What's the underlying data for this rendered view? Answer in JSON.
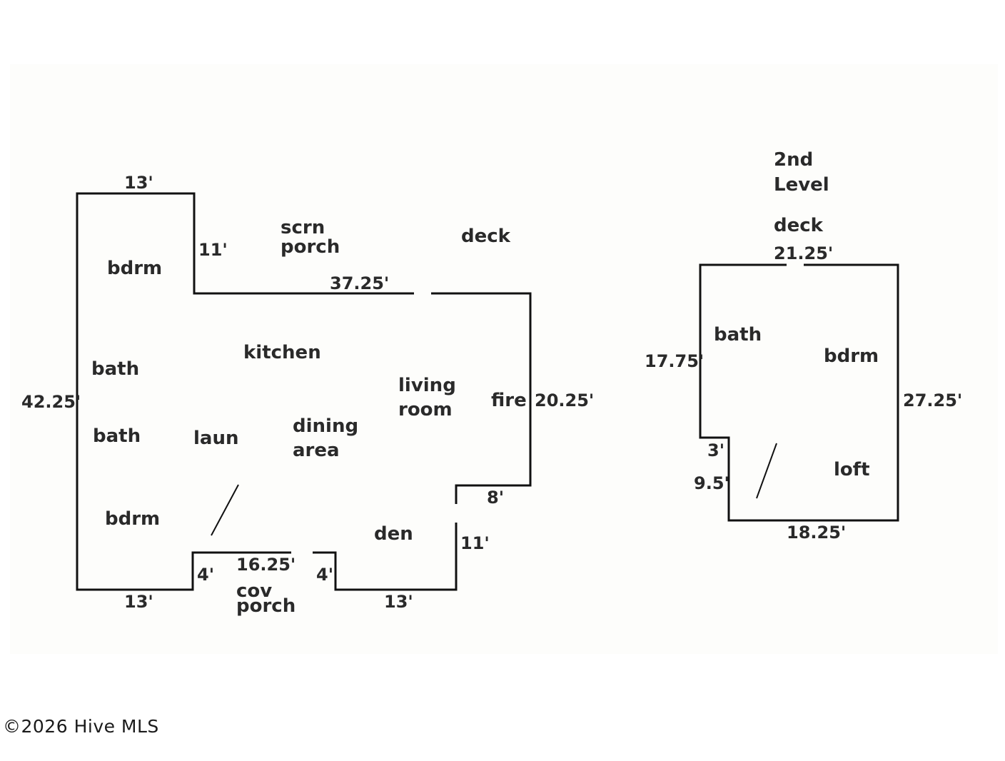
{
  "first_floor": {
    "rooms": {
      "bdrm_top": "bdrm",
      "scrn_porch_1": "scrn",
      "scrn_porch_2": "porch",
      "deck": "deck",
      "kitchen": "kitchen",
      "bath_1": "bath",
      "bath_2": "bath",
      "laun": "laun",
      "dining_1": "dining",
      "dining_2": "area",
      "living_1": "living",
      "living_2": "room",
      "fire": "fire",
      "bdrm_bottom": "bdrm",
      "den": "den",
      "cov_porch_1": "cov",
      "cov_porch_2": "porch"
    },
    "dims": {
      "top_left": "13'",
      "notch_vertical": "11'",
      "top_long": "37.25'",
      "left_side": "42.25'",
      "right_side": "20.25'",
      "right_step": "8'",
      "right_lower": "11'",
      "bottom_left": "13'",
      "bottom_right": "13'",
      "porch_width": "16.25'",
      "porch_left_depth": "4'",
      "porch_right_depth": "4'"
    }
  },
  "second_floor": {
    "title_line1": "2nd",
    "title_line2": "Level",
    "rooms": {
      "deck": "deck",
      "bath": "bath",
      "bdrm": "bdrm",
      "loft": "loft"
    },
    "dims": {
      "top": "21.25'",
      "left_upper": "17.75'",
      "right": "27.25'",
      "step": "3'",
      "left_lower": "9.5'",
      "bottom": "18.25'"
    }
  },
  "copyright": "©2026 Hive MLS"
}
